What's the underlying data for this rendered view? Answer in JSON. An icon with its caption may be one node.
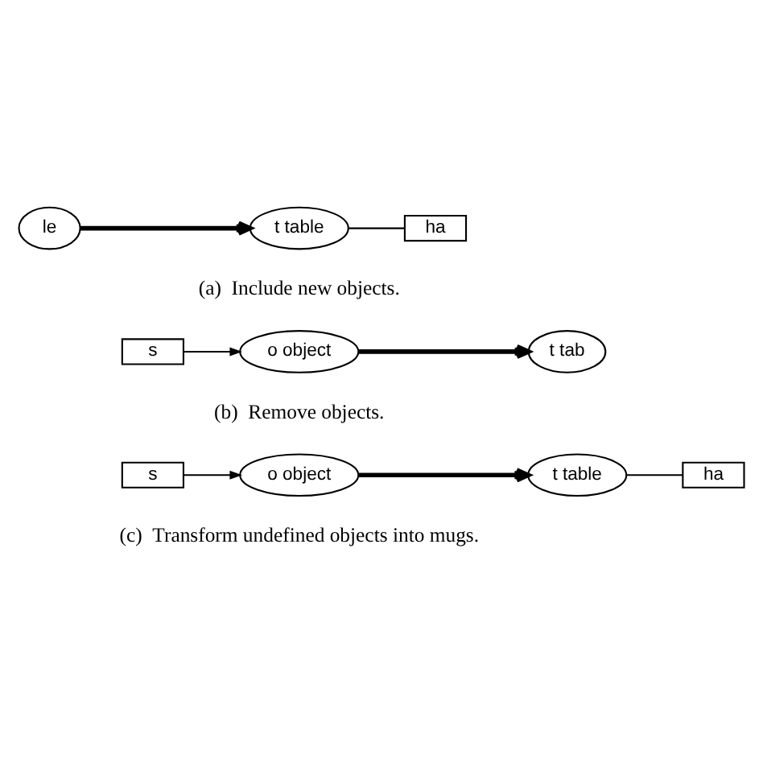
{
  "diagram": {
    "nodes": [
      {
        "text": [
          "le"
        ]
      },
      {
        "text": [
          "t table"
        ]
      },
      {
        "text": [
          "ha"
        ]
      },
      {
        "text": [
          "s"
        ]
      },
      {
        "text": [
          "o object"
        ]
      },
      {
        "text": [
          "t tab"
        ]
      },
      {
        "text": [
          "s"
        ]
      },
      {
        "text": [
          "o object"
        ]
      },
      {
        "text": [
          "t table"
        ]
      },
      {
        "text": [
          "ha"
        ]
      }
    ],
    "edges": [
      {
        "from": 0,
        "to": 1,
        "arrow": "to",
        "style": "thick"
      },
      {
        "from": 1,
        "to": 2,
        "arrow": "none"
      },
      {
        "from": 3,
        "to": 4,
        "arrow": "to"
      },
      {
        "from": 4,
        "to": 5,
        "arrow": "to",
        "style": "thick"
      },
      {
        "from": 6,
        "to": 7,
        "arrow": "to"
      },
      {
        "from": 7,
        "to": 8,
        "arrow": "to",
        "style": "thick"
      },
      {
        "from": 8,
        "to": 9,
        "arrow": "none"
      }
    ],
    "labels": [
      "(a)  Include new objects.",
      "(b)  Remove objects.",
      "(c)  Transform undefined objects into mugs."
    ]
  }
}
